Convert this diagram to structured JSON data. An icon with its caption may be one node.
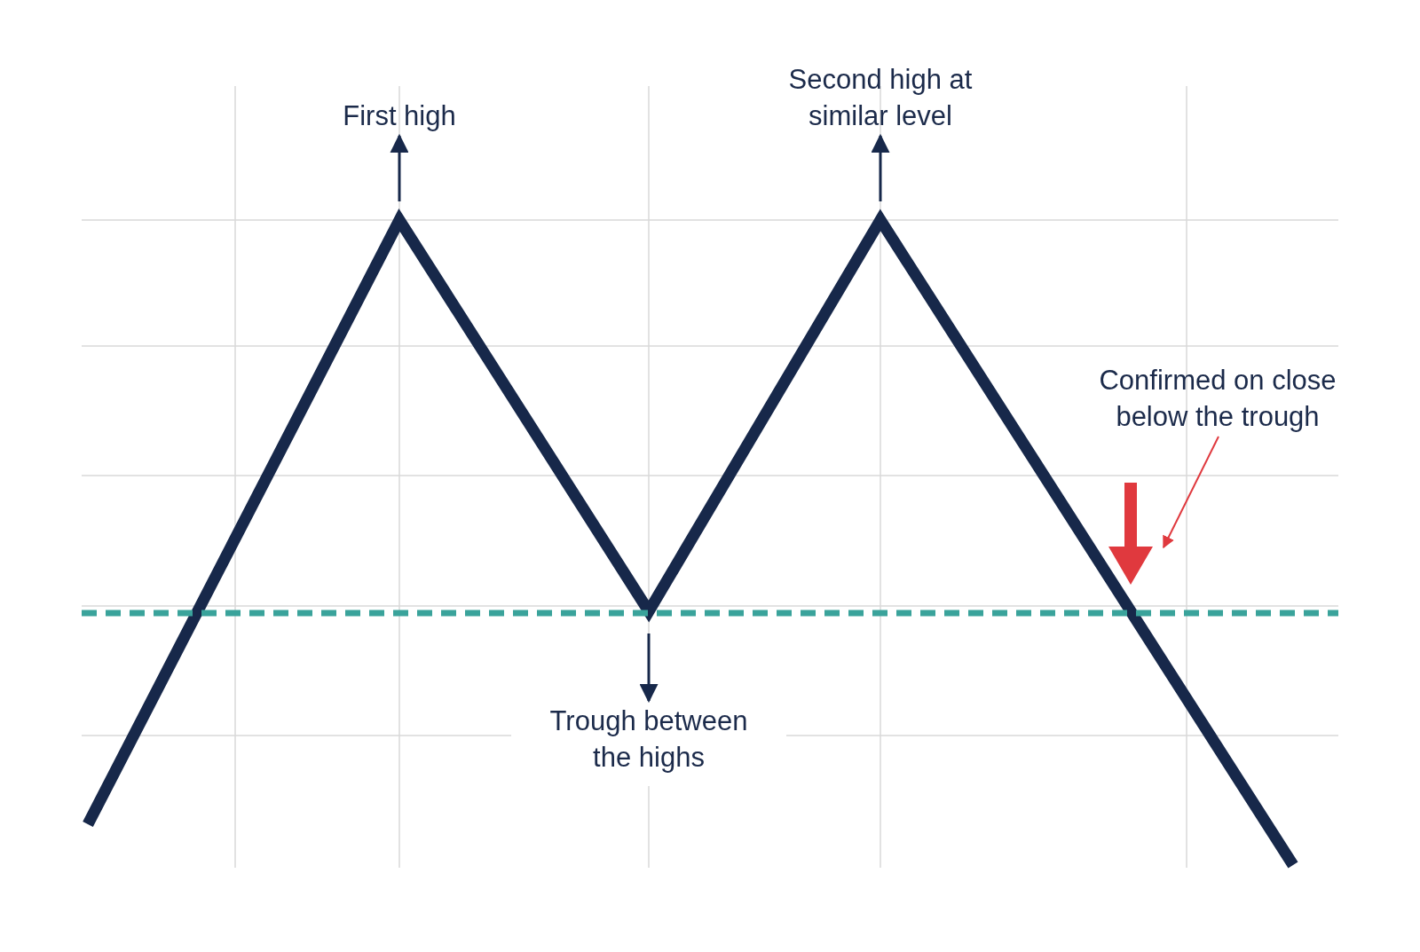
{
  "diagram": {
    "nodes": [
      {
        "text": [
          "First high"
        ]
      },
      {
        "text": [
          "Second high at similar level"
        ]
      },
      {
        "text": [
          "Trough between the highs"
        ]
      },
      {
        "text": [
          "Confirmed on close below the trough"
        ]
      }
    ],
    "edges": [
      {
        "from": null,
        "to": 0,
        "arrow": "to"
      },
      {
        "from": null,
        "to": 1,
        "arrow": "to"
      },
      {
        "from": null,
        "to": 2,
        "arrow": "to"
      },
      {
        "from": 3,
        "to": null,
        "arrow": "to",
        "color": "#e0393e"
      }
    ]
  }
}
